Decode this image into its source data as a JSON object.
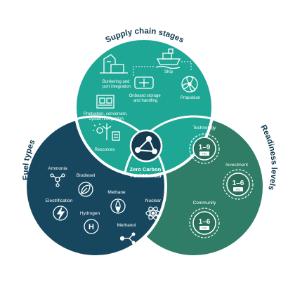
{
  "outer_labels": {
    "supply_chain": "Supply chain stages",
    "fuel_types": "Fuel types",
    "readiness": "Readiness levels"
  },
  "center": {
    "line1": "Zero Carbon",
    "line2": "Fuel Monitor"
  },
  "supply_chain": {
    "bunkering": [
      "Bunkering and",
      "port integration"
    ],
    "ship": "Ship",
    "onboard": [
      "Onboard storage",
      "and handling"
    ],
    "propulsion": "Propulsion",
    "production": [
      "Production, conversion,",
      "System integration"
    ],
    "resources": "Resources"
  },
  "fuels": {
    "ammonia": "Ammonia",
    "biodiesel": "Biodiesel",
    "electrification": "Electrification",
    "methane": "Methane",
    "nuclear": "Nuclear",
    "hydrogen": "Hydrogen",
    "methanol": "Methanol"
  },
  "readiness": {
    "technology": {
      "label": "Technology",
      "range": "1–9",
      "abbr": "TRL"
    },
    "investment": {
      "label": "Investment",
      "range": "1–6",
      "abbr": "IRL"
    },
    "community": {
      "label": "Community",
      "range": "1–6",
      "abbr": "CRL"
    }
  },
  "colors": {
    "supply": "#1fa796",
    "fuel": "#17475f",
    "readiness": "#2f7d66",
    "center": "#143b4f",
    "title": "#0f3a4f"
  }
}
